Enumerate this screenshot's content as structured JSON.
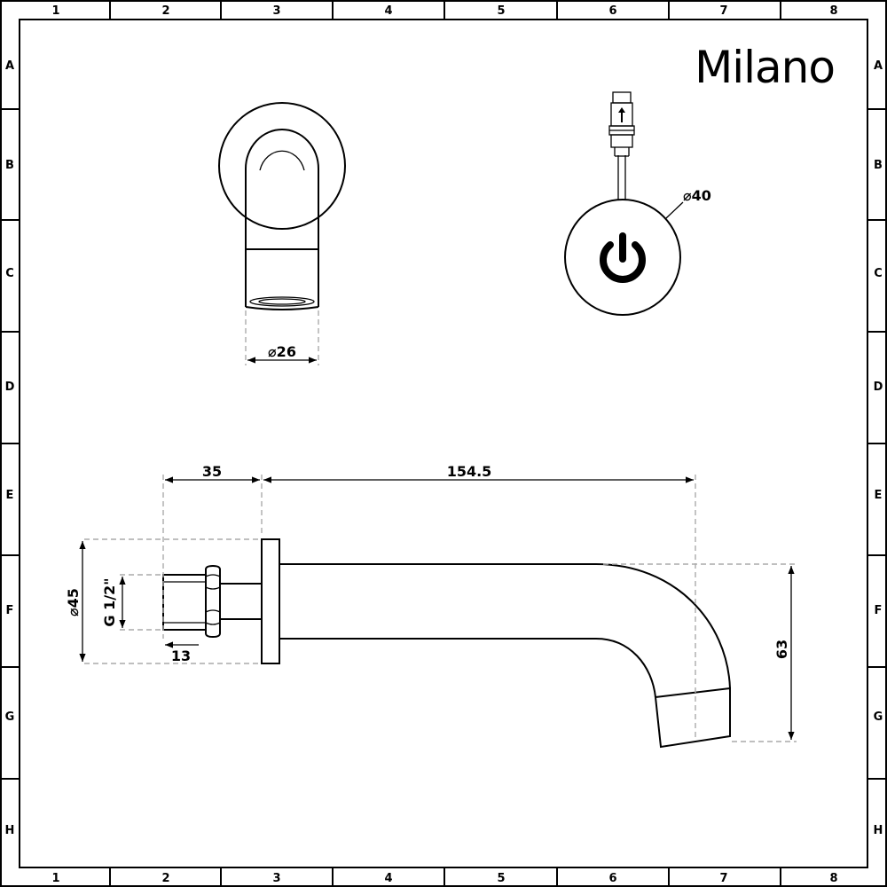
{
  "brand": "Milano",
  "frame": {
    "columns": [
      "1",
      "2",
      "3",
      "4",
      "5",
      "6",
      "7",
      "8"
    ],
    "rows": [
      "A",
      "B",
      "C",
      "D",
      "E",
      "F",
      "G",
      "H"
    ]
  },
  "dimensions": {
    "spout_diameter": "⌀26",
    "sensor_diameter": "⌀40",
    "backplate_depth": "35",
    "spout_projection": "154.5",
    "backplate_diameter": "⌀45",
    "thread": "G 1/2\"",
    "thread_length": "13",
    "spout_height": "63"
  }
}
